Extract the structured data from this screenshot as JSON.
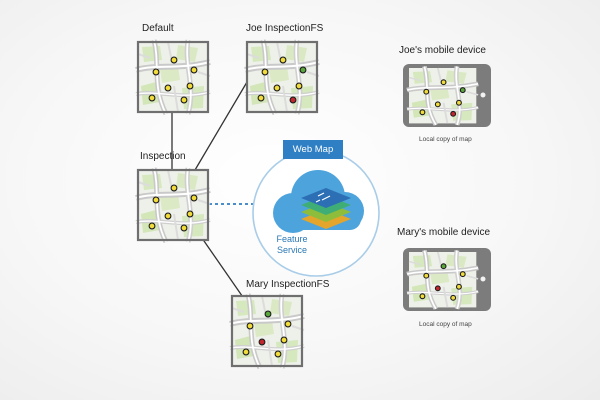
{
  "labels": {
    "default": "Default",
    "joe_fs": "Joe InspectionFS",
    "inspection": "Inspection",
    "mary_fs": "Mary InspectionFS",
    "joe_device": "Joe's mobile device",
    "mary_device": "Mary's mobile device",
    "local_copy_joe": "Local copy of map",
    "local_copy_mary": "Local copy of map",
    "web_map": "Web Map",
    "feature_service_line1": "Feature",
    "feature_service_line2": "Service"
  },
  "maps": [
    {
      "id": "default",
      "name": "Default",
      "points": [
        "yellow",
        "yellow",
        "yellow",
        "yellow",
        "yellow",
        "yellow",
        "yellow"
      ]
    },
    {
      "id": "joe",
      "name": "Joe InspectionFS",
      "points": [
        "yellow",
        "yellow",
        "green",
        "yellow",
        "yellow",
        "red",
        "yellow"
      ]
    },
    {
      "id": "inspection",
      "name": "Inspection",
      "points": [
        "yellow",
        "yellow",
        "yellow",
        "yellow",
        "yellow",
        "yellow",
        "yellow"
      ]
    },
    {
      "id": "mary",
      "name": "Mary InspectionFS",
      "points": [
        "yellow",
        "green",
        "yellow",
        "yellow",
        "red",
        "yellow",
        "yellow"
      ]
    },
    {
      "id": "joe-device",
      "name": "Joe's mobile device",
      "points": [
        "yellow",
        "yellow",
        "green",
        "yellow",
        "yellow",
        "red",
        "yellow"
      ]
    },
    {
      "id": "mary-device",
      "name": "Mary's mobile device",
      "points": [
        "yellow",
        "green",
        "yellow",
        "yellow",
        "red",
        "yellow",
        "yellow"
      ]
    }
  ],
  "colors": {
    "frame": "#6f6f6f",
    "connector": "#333333",
    "dotted": "#2f7fc4",
    "cloud_outline": "#a9cde8",
    "web_map_bg": "#2f7fc4",
    "point_yellow": "#f2dc3b",
    "point_green": "#5aa83a",
    "point_red": "#c4262e",
    "tablet_body": "#7c7c7c"
  }
}
